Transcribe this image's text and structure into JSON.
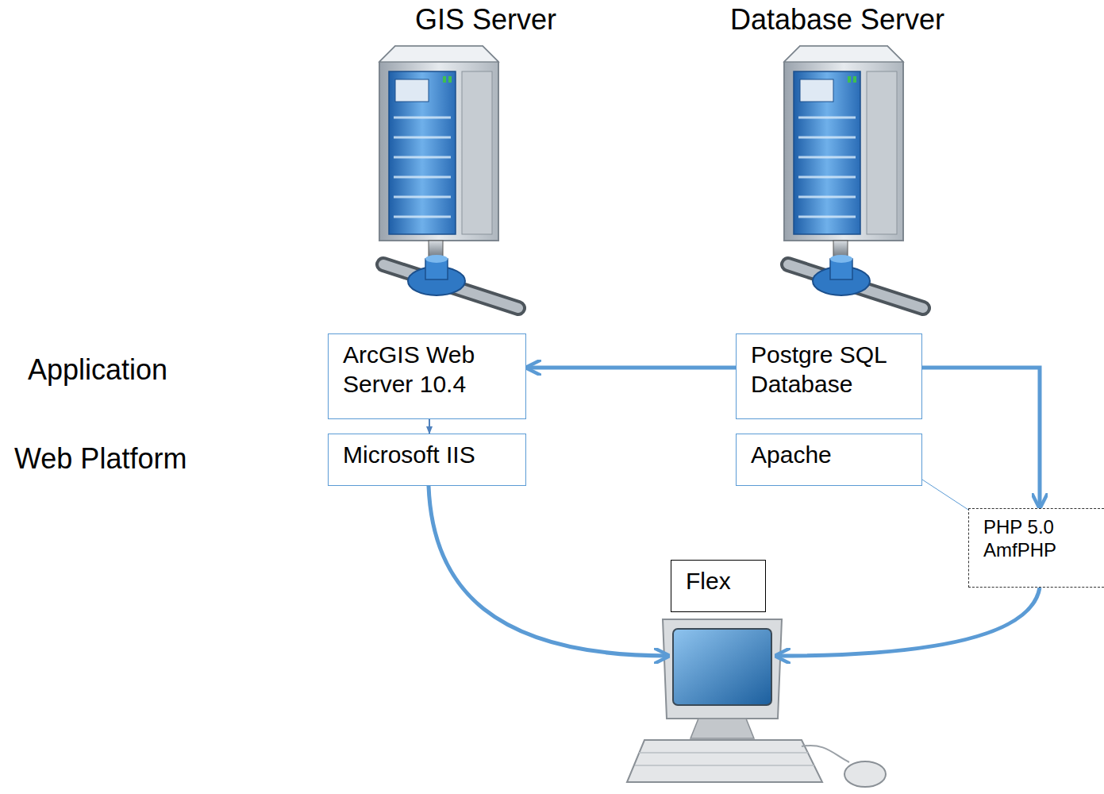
{
  "diagram": {
    "nodes": [
      {
        "text": [
          "ArcGIS Web Server 10.4"
        ]
      },
      {
        "text": [
          "Postgre SQL Database"
        ]
      },
      {
        "text": [
          "Microsoft IIS"
        ]
      },
      {
        "text": [
          "Apache"
        ]
      },
      {
        "text": [
          "PHP 5.0 AmfPHP"
        ]
      },
      {
        "text": [
          "Flex"
        ]
      }
    ],
    "edges": [
      {
        "from": 1,
        "to": 0,
        "arrow": "to"
      },
      {
        "from": 0,
        "to": 2,
        "arrow": "to"
      },
      {
        "from": 1,
        "to": 4,
        "arrow": "to"
      },
      {
        "from": 3,
        "to": 4,
        "arrow": "none"
      }
    ],
    "labels": [
      "GIS Server",
      "Database Server",
      "Application",
      "Web Platform"
    ]
  }
}
